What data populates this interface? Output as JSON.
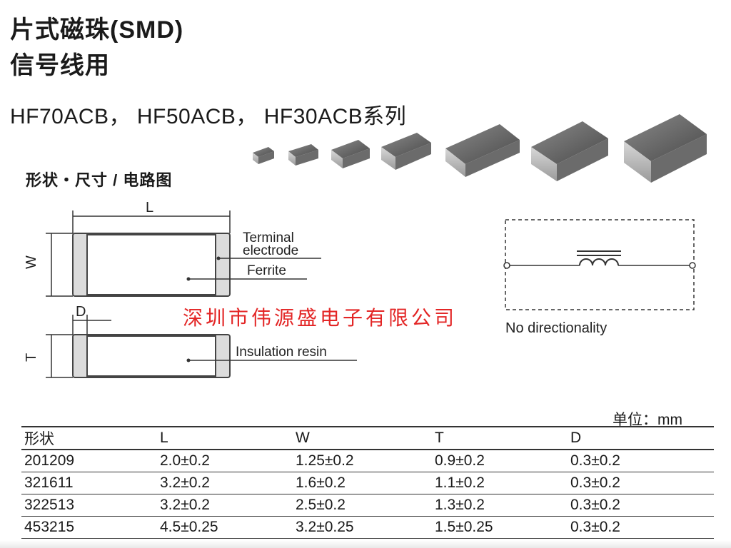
{
  "header": {
    "title_line1": "片式磁珠(SMD)",
    "title_line2": "信号线用",
    "series": "HF70ACB， HF50ACB， HF30ACB系列"
  },
  "section_title": "形状・尺寸 / 电路图",
  "dimension_drawing": {
    "label_L": "L",
    "label_W": "W",
    "label_D": "D",
    "label_T": "T",
    "terminal_line1": "Terminal",
    "terminal_line2": "electrode",
    "ferrite": "Ferrite",
    "insulation": "Insulation resin"
  },
  "circuit": {
    "caption": "No directionality"
  },
  "watermark": "深圳市伟源盛电子有限公司",
  "unit_label": "单位：mm",
  "table": {
    "headers": [
      "形状",
      "L",
      "W",
      "T",
      "D"
    ],
    "rows": [
      [
        "201209",
        "2.0±0.2",
        "1.25±0.2",
        "0.9±0.2",
        "0.3±0.2"
      ],
      [
        "321611",
        "3.2±0.2",
        "1.6±0.2",
        "1.1±0.2",
        "0.3±0.2"
      ],
      [
        "322513",
        "3.2±0.2",
        "2.5±0.2",
        "1.3±0.2",
        "0.3±0.2"
      ],
      [
        "453215",
        "4.5±0.25",
        "3.2±0.25",
        "1.5±0.25",
        "0.3±0.2"
      ]
    ]
  },
  "colors": {
    "watermark": "#e32626",
    "text": "#1a1a1a"
  }
}
